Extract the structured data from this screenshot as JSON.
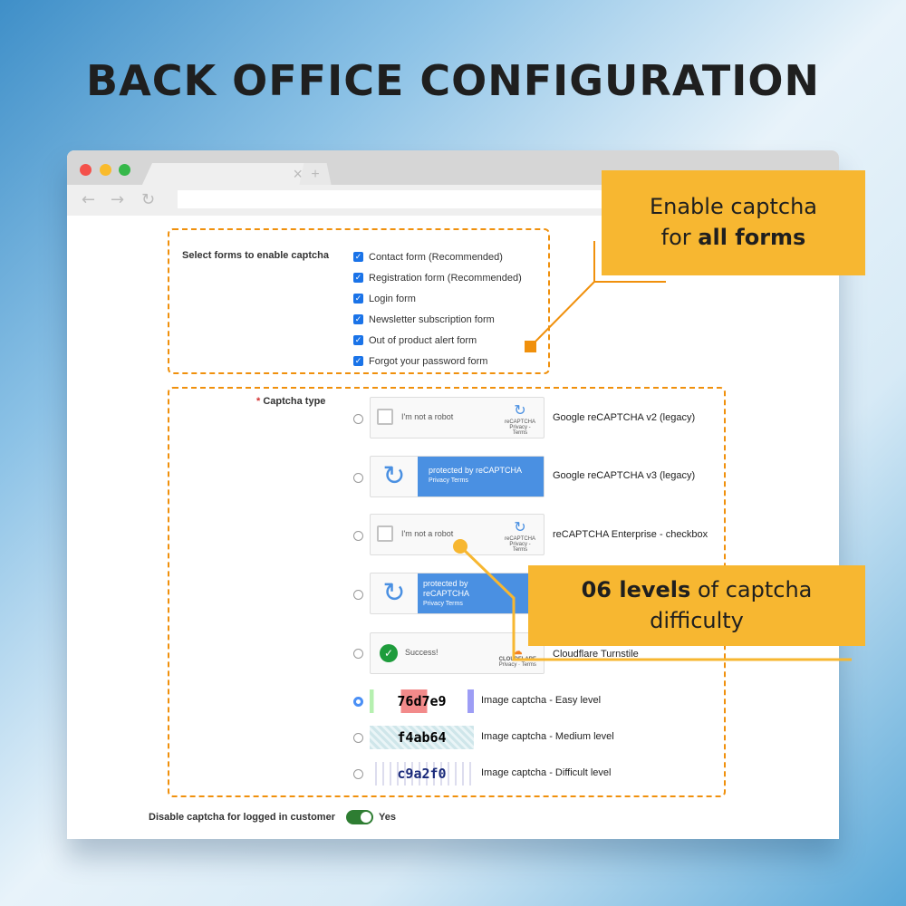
{
  "headline": "BACK OFFICE CONFIGURATION",
  "browser": {
    "close_glyph": "×",
    "new_tab_glyph": "+",
    "back": "←",
    "forward": "→",
    "reload": "↻"
  },
  "forms_section": {
    "label": "Select forms to enable captcha",
    "items": [
      {
        "label": "Contact form (Recommended)",
        "checked": true
      },
      {
        "label": "Registration form (Recommended)",
        "checked": true
      },
      {
        "label": "Login form",
        "checked": true
      },
      {
        "label": "Newsletter subscription form",
        "checked": true
      },
      {
        "label": "Out of product alert form",
        "checked": true
      },
      {
        "label": "Forgot your password form",
        "checked": true
      }
    ]
  },
  "captcha_section": {
    "required_mark": "*",
    "label": "Captcha type",
    "options": [
      {
        "label": "Google reCAPTCHA v2 (legacy)",
        "widget_text": "I'm not a robot",
        "logo": "reCAPTCHA",
        "links": "Privacy - Terms"
      },
      {
        "label": "Google reCAPTCHA v3 (legacy)",
        "widget_text": "protected by reCAPTCHA",
        "links": "Privacy  Terms"
      },
      {
        "label": "reCAPTCHA Enterprise - checkbox",
        "widget_text": "I'm not a robot",
        "logo": "reCAPTCHA",
        "links": "Privacy - Terms"
      },
      {
        "label": "",
        "widget_text": "protected by reCAPTCHA",
        "links": "Privacy  Terms"
      },
      {
        "label": "Cloudflare Turnstile",
        "widget_text": "Success!",
        "logo": "CLOUDFLARE",
        "links": "Privacy · Terms"
      },
      {
        "label": "Image captcha - Easy level",
        "captcha": "76d7e9",
        "selected": true
      },
      {
        "label": "Image captcha - Medium level",
        "captcha": "f4ab64"
      },
      {
        "label": "Image captcha - Difficult level",
        "captcha": "c9a2f0"
      }
    ]
  },
  "logged_in": {
    "label": "Disable captcha for logged in customer",
    "value": "Yes",
    "on": true
  },
  "callout1": {
    "line1": "Enable captcha",
    "line2_pre": "for ",
    "line2_bold": "all forms"
  },
  "callout2": {
    "bold": "06 levels",
    "rest": " of captcha",
    "line2": "difficulty"
  },
  "colors": {
    "accent": "#f7b731",
    "dash": "#f0900c",
    "check": "#1a73e8",
    "recaptcha_blue": "#4a90e2"
  }
}
